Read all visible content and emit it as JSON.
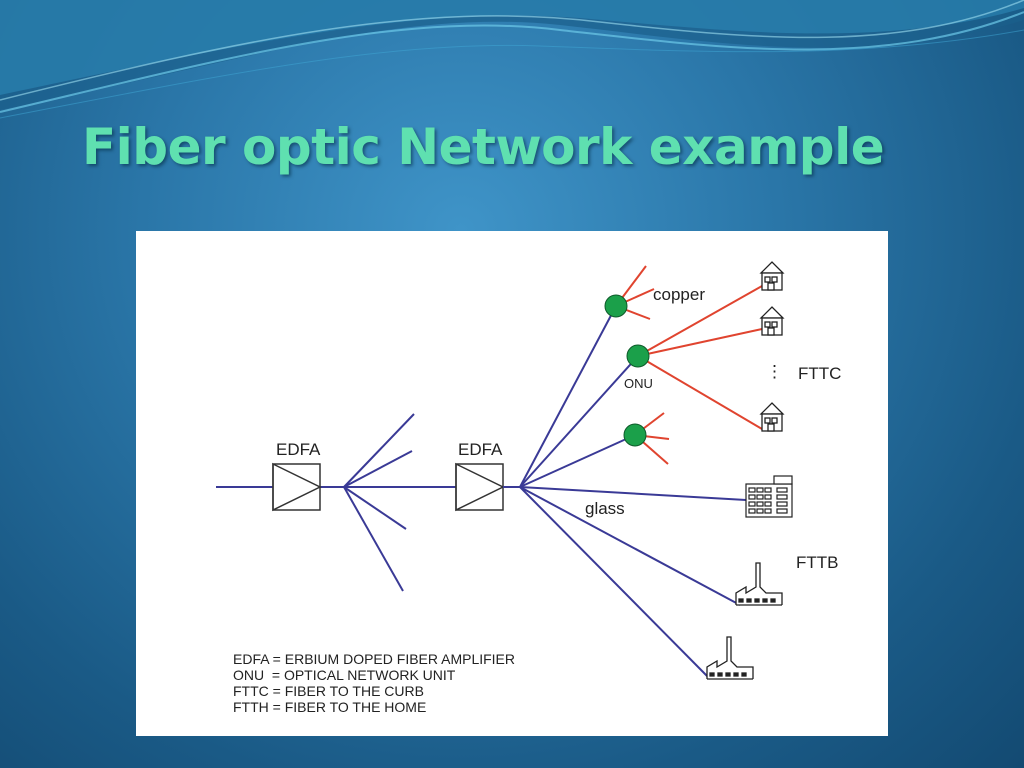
{
  "slide": {
    "title": "Fiber optic Network example"
  },
  "diagram": {
    "amplifiers": [
      {
        "label": "EDFA"
      },
      {
        "label": "EDFA"
      }
    ],
    "labels": {
      "copper": "copper",
      "onu": "ONU",
      "fttc": "FTTC",
      "glass": "glass",
      "fttb": "FTTB",
      "vertical_dots": "⋮"
    },
    "legend": [
      "EDFA = ERBIUM DOPED FIBER AMPLIFIER",
      "ONU  = OPTICAL NETWORK UNIT",
      "FTTC = FIBER TO THE CURB",
      "FTTH = FIBER TO THE HOME"
    ],
    "colors": {
      "fiber": "#3a3a96",
      "copper": "#e0442f",
      "onu_fill": "#1ba04a",
      "title": "#5fe0b0"
    }
  }
}
